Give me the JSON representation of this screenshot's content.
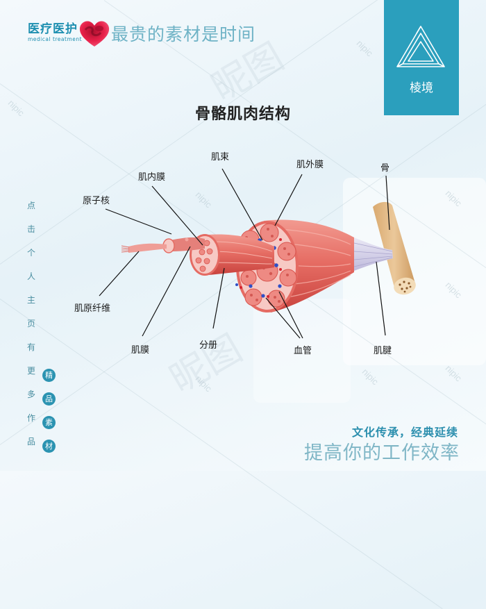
{
  "header": {
    "logo_cn": "医疗医护",
    "logo_en": "medical treatment",
    "slogan": "最贵的素材是时间"
  },
  "brand": {
    "label": "棱境",
    "icon": "penrose-triangle-icon",
    "color": "#2b9fbd"
  },
  "title": "骨骼肌肉结构",
  "side": {
    "vertical_text": [
      "点",
      "击",
      "个",
      "人",
      "主",
      "页",
      "有",
      "更",
      "多",
      "作",
      "品"
    ],
    "badges": [
      "精",
      "品",
      "素",
      "材"
    ]
  },
  "diagram": {
    "labels": {
      "nucleus": "原子核",
      "endomysium": "肌内膜",
      "fascicle": "肌束",
      "epimysium": "肌外膜",
      "bone": "骨",
      "myofibril": "肌原纤维",
      "sarcolemma": "肌膜",
      "perimysium": "分册",
      "blood_vessel": "血管",
      "tendon": "肌腱"
    },
    "colors": {
      "muscle": "#e8736c",
      "muscle_light": "#f6b3aa",
      "muscle_dark": "#c9433e",
      "connective": "#f7c9c4",
      "vessel_blue": "#2f4fc6",
      "vessel_red": "#d6222e",
      "bone": "#e1b98a",
      "tendon": "#d8d6ea"
    }
  },
  "footer": {
    "line1": "文化传承，经典延续",
    "line2": "提高你的工作效率"
  },
  "watermark": "nipic"
}
